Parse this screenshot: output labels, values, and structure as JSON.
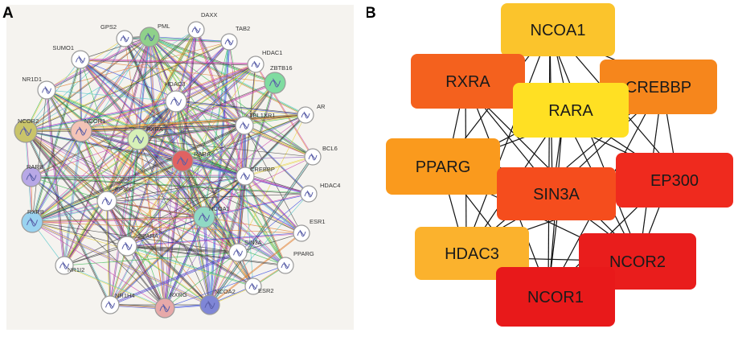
{
  "panel_a": {
    "letter": "A",
    "nodes": [
      {
        "name": "GPS2",
        "color": "#ffffff"
      },
      {
        "name": "PML",
        "color": "#8fd18a"
      },
      {
        "name": "DAXX",
        "color": "#ffffff"
      },
      {
        "name": "TAB2",
        "color": "#ffffff"
      },
      {
        "name": "SUMO1",
        "color": "#ffffff"
      },
      {
        "name": "HDAC1",
        "color": "#ffffff"
      },
      {
        "name": "ZBTB16",
        "color": "#7fdca0"
      },
      {
        "name": "NR1D1",
        "color": "#ffffff"
      },
      {
        "name": "HDAC3",
        "color": "#ffffff"
      },
      {
        "name": "AR",
        "color": "#ffffff"
      },
      {
        "name": "TBL1XR1",
        "color": "#ffffff"
      },
      {
        "name": "NCOR2",
        "color": "#c9c46a"
      },
      {
        "name": "NCOR1",
        "color": "#f3c3b6"
      },
      {
        "name": "RXRA",
        "color": "#d7f0b7"
      },
      {
        "name": "BCL6",
        "color": "#ffffff"
      },
      {
        "name": "RARA",
        "color": "#e06262"
      },
      {
        "name": "CREBBP",
        "color": "#ffffff"
      },
      {
        "name": "RARB",
        "color": "#b8a8e6"
      },
      {
        "name": "HDAC4",
        "color": "#ffffff"
      },
      {
        "name": "EP300",
        "color": "#ffffff"
      },
      {
        "name": "RXRB",
        "color": "#9ad3f0"
      },
      {
        "name": "NCOA1",
        "color": "#90d9c4"
      },
      {
        "name": "ESR1",
        "color": "#ffffff"
      },
      {
        "name": "PPARA",
        "color": "#ffffff"
      },
      {
        "name": "SIN3A",
        "color": "#ffffff"
      },
      {
        "name": "NR1I2",
        "color": "#ffffff"
      },
      {
        "name": "PPARG",
        "color": "#ffffff"
      },
      {
        "name": "ESR2",
        "color": "#ffffff"
      },
      {
        "name": "NR1H4",
        "color": "#ffffff"
      },
      {
        "name": "RXRG",
        "color": "#e7a9a9"
      },
      {
        "name": "NCOA2",
        "color": "#7f86d6"
      }
    ]
  },
  "panel_b": {
    "letter": "B",
    "hubs": [
      {
        "name": "NCOA1",
        "color": "#fbc42c"
      },
      {
        "name": "RXRA",
        "color": "#f4611e"
      },
      {
        "name": "CREBBP",
        "color": "#f6861c"
      },
      {
        "name": "RARA",
        "color": "#ffe023"
      },
      {
        "name": "PPARG",
        "color": "#fa9a1d"
      },
      {
        "name": "SIN3A",
        "color": "#f54d1d"
      },
      {
        "name": "EP300",
        "color": "#ef2a1e"
      },
      {
        "name": "HDAC3",
        "color": "#fbb22d"
      },
      {
        "name": "NCOR2",
        "color": "#e91d1c"
      },
      {
        "name": "NCOR1",
        "color": "#e8191a"
      }
    ]
  }
}
